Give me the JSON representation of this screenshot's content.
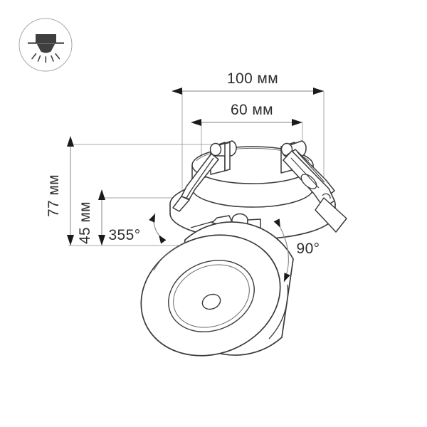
{
  "drawing": {
    "title": "Recessed adjustable spotlight dimensional drawing",
    "units": "mm",
    "line_color": "#3a3a3a",
    "dim_line_color": "#9a9a9a",
    "text_color": "#2e2e2e",
    "background": "#ffffff"
  },
  "icon": {
    "name": "recessed-downlight-icon",
    "label": "Recessed ceiling downlight"
  },
  "dimensions": {
    "outer_diameter": {
      "label": "100 мм",
      "value": 100,
      "unit": "мм",
      "orientation": "horizontal"
    },
    "cutout_diameter": {
      "label": "60 мм",
      "value": 60,
      "unit": "мм",
      "orientation": "horizontal"
    },
    "total_height": {
      "label": "77 мм",
      "value": 77,
      "unit": "мм",
      "orientation": "vertical"
    },
    "recess_depth": {
      "label": "45 мм",
      "value": 45,
      "unit": "мм",
      "orientation": "vertical"
    }
  },
  "angles": {
    "rotation": {
      "label": "355°",
      "value": 355,
      "unit": "°"
    },
    "tilt": {
      "label": "90°",
      "value": 90,
      "unit": "°"
    }
  }
}
